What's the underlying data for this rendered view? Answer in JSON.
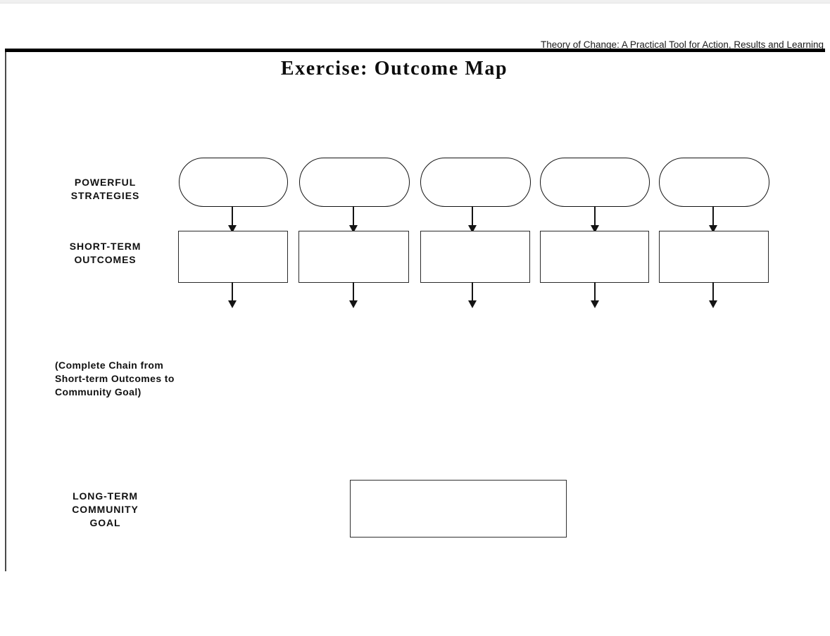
{
  "page": {
    "running_header": "Theory of Change: A Practical Tool for Action, Results and Learning",
    "title": "Exercise:  Outcome Map",
    "background_color": "#ffffff",
    "ink_color": "#141414"
  },
  "labels": {
    "powerful_strategies": "POWERFUL\nSTRATEGIES",
    "short_term_outcomes": "SHORT-TERM\nOUTCOMES",
    "chain_note": "(Complete Chain from Short-term Outcomes to Community Goal)",
    "long_term_community_goal": "LONG-TERM\nCOMMUNITY\nGOAL"
  },
  "diagram": {
    "strategy_shapes": [
      {
        "id": "strategy-1",
        "text": ""
      },
      {
        "id": "strategy-2",
        "text": ""
      },
      {
        "id": "strategy-3",
        "text": ""
      },
      {
        "id": "strategy-4",
        "text": ""
      },
      {
        "id": "strategy-5",
        "text": ""
      }
    ],
    "outcome_boxes": [
      {
        "id": "outcome-1",
        "text": ""
      },
      {
        "id": "outcome-2",
        "text": ""
      },
      {
        "id": "outcome-3",
        "text": ""
      },
      {
        "id": "outcome-4",
        "text": ""
      },
      {
        "id": "outcome-5",
        "text": ""
      }
    ],
    "goal_box": {
      "id": "goal-1",
      "text": ""
    },
    "connector_count_upper": 5,
    "connector_count_lower": 5
  }
}
